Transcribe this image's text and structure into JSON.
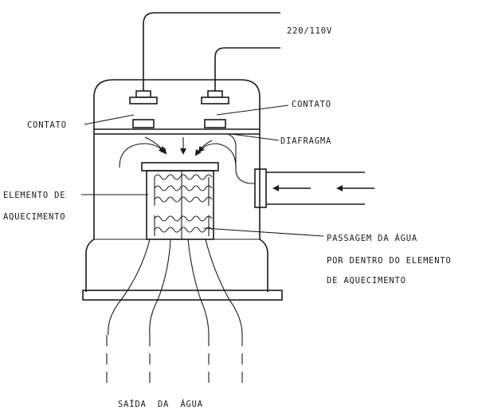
{
  "labels": {
    "voltage": "220/110V",
    "contact_right": "CONTATO",
    "contact_left": "CONTATO",
    "diaphragm": "DIAFRAGMA",
    "heating_line1": "ELEMENTO DE",
    "heating_line2": "AQUECIMENTO",
    "passage_line1": "PASSAGEM DA ÁGUA",
    "passage_line2": "POR DENTRO DO ELEMENTO",
    "passage_line3": "DE AQUECIMENTO",
    "outlet": "SAÍDA  DA  ÁGUA"
  }
}
